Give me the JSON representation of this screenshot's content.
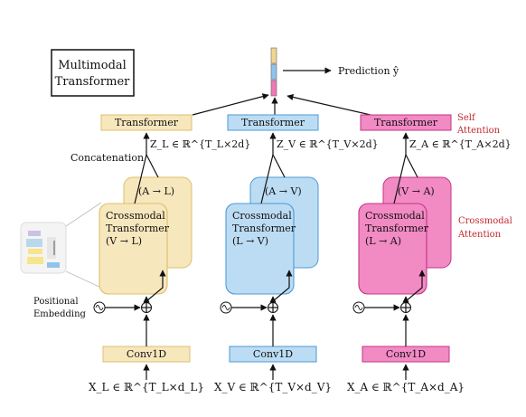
{
  "title_box": {
    "line1": "Multimodal",
    "line2": "Transformer"
  },
  "output": {
    "label": "Prediction ŷ",
    "colors": [
      "#f2d58e",
      "#8fc3ea",
      "#ef79b4"
    ]
  },
  "side_labels": {
    "concatenation": "Concatenation",
    "positional_line1": "Positional",
    "positional_line2": "Embedding",
    "self_attention_line1": "Self",
    "self_attention_line2": "Attention",
    "crossmodal_line1": "Crossmodal",
    "crossmodal_line2": "Attention"
  },
  "columns": [
    {
      "id": "L",
      "color_fill": "#f7e7bd",
      "color_stroke": "#dcbf6a",
      "transformer_label": "Transformer",
      "z_label": "Z_L ∈ ℝ^{T_L×2d}",
      "back_block": "(A → L)",
      "front_block_line1": "Crossmodal",
      "front_block_line2": "Transformer",
      "front_block_line3": "(V → L)",
      "conv_label": "Conv1D",
      "input_label": "X_L ∈ ℝ^{T_L×d_L}"
    },
    {
      "id": "V",
      "color_fill": "#bcdcf3",
      "color_stroke": "#4d9ad6",
      "transformer_label": "Transformer",
      "z_label": "Z_V ∈ ℝ^{T_V×2d}",
      "back_block": "(A → V)",
      "front_block_line1": "Crossmodal",
      "front_block_line2": "Transformer",
      "front_block_line3": "(L → V)",
      "conv_label": "Conv1D",
      "input_label": "X_V ∈ ℝ^{T_V×d_V}"
    },
    {
      "id": "A",
      "color_fill": "#f28ac4",
      "color_stroke": "#c43584",
      "transformer_label": "Transformer",
      "z_label": "Z_A ∈ ℝ^{T_A×2d}",
      "back_block": "(V → A)",
      "front_block_line1": "Crossmodal",
      "front_block_line2": "Transformer",
      "front_block_line3": "(L → A)",
      "conv_label": "Conv1D",
      "input_label": "X_A ∈ ℝ^{T_A×d_A}"
    }
  ]
}
